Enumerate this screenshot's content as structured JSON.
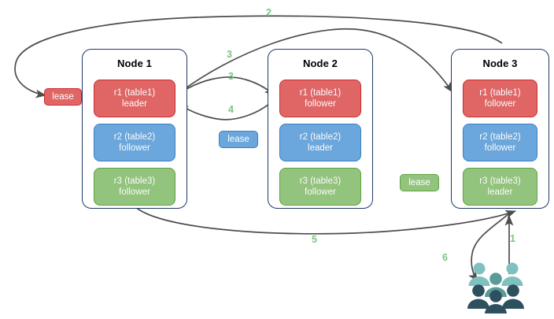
{
  "diagram": {
    "title": "Distributed database leaseholder / raft replica diagram",
    "colors": {
      "replica_red": "#E06666",
      "replica_red_border": "#CC2B2B",
      "replica_blue": "#6BA7DC",
      "replica_blue_border": "#3C7FBF",
      "replica_green": "#93C47D",
      "replica_green_border": "#5EA33F",
      "node_border": "#1f3864",
      "arrow": "#4D4D4D",
      "step_label": "#7FC17F",
      "people_back": "#7FC0C0",
      "people_mid": "#5C9A9A",
      "people_front": "#2E4F5E"
    },
    "nodes": [
      {
        "title": "Node 1",
        "replicas": [
          {
            "name": "r1 (table1)",
            "role": "leader",
            "color": "red"
          },
          {
            "name": "r2 (table2)",
            "role": "follower",
            "color": "blue"
          },
          {
            "name": "r3 (table3)",
            "role": "follower",
            "color": "green"
          }
        ]
      },
      {
        "title": "Node 2",
        "replicas": [
          {
            "name": "r1 (table1)",
            "role": "follower",
            "color": "red"
          },
          {
            "name": "r2 (table2)",
            "role": "leader",
            "color": "blue"
          },
          {
            "name": "r3 (table3)",
            "role": "follower",
            "color": "green"
          }
        ]
      },
      {
        "title": "Node 3",
        "replicas": [
          {
            "name": "r1 (table1)",
            "role": "follower",
            "color": "red"
          },
          {
            "name": "r2 (table2)",
            "role": "follower",
            "color": "blue"
          },
          {
            "name": "r3 (table3)",
            "role": "leader",
            "color": "green"
          }
        ]
      }
    ],
    "leases": [
      {
        "label": "lease",
        "color": "red",
        "for": "r1-table1"
      },
      {
        "label": "lease",
        "color": "blue",
        "for": "r2-table2"
      },
      {
        "label": "lease",
        "color": "green",
        "for": "r3-table3"
      }
    ],
    "steps": [
      {
        "id": "1",
        "label": "1",
        "from": "client",
        "to": "node-3"
      },
      {
        "id": "2",
        "label": "2",
        "from": "node-3",
        "to": "lease-red"
      },
      {
        "id": "3a",
        "label": "3",
        "from": "node-1-r1",
        "to": "node-3-r1"
      },
      {
        "id": "3b",
        "label": "3",
        "from": "node-1-r1",
        "to": "node-2-r1"
      },
      {
        "id": "4",
        "label": "4",
        "from": "node-2-r1",
        "to": "node-1-r1"
      },
      {
        "id": "5",
        "label": "5",
        "from": "node-1",
        "to": "node-3"
      },
      {
        "id": "6",
        "label": "6",
        "from": "node-3",
        "to": "client"
      }
    ],
    "client": {
      "icon": "people-group-icon",
      "label": ""
    }
  }
}
